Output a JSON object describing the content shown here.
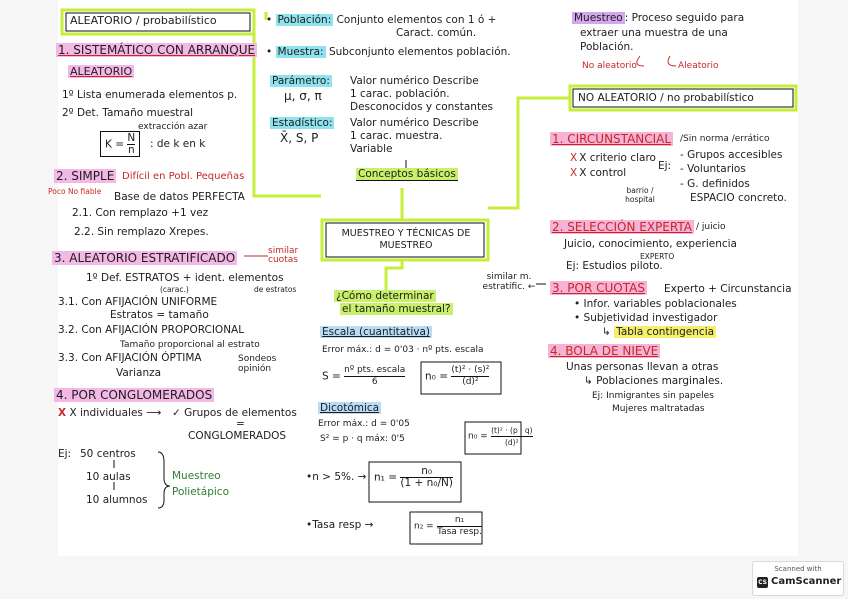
{
  "colors": {
    "highlight_yellow": "#f6ef6a",
    "highlight_green": "#c9f06b",
    "highlight_pink": "#f3b8e6",
    "highlight_cyan": "#8fe3ef",
    "connector": "#c6ee3a",
    "red": "#c62828"
  },
  "center": {
    "title": "MUESTREO Y TÉCNICAS DE MUESTREO"
  },
  "conceptos": {
    "label": "Conceptos básicos",
    "poblacion_k": "Población:",
    "poblacion_v1": "Conjunto elementos con 1 ó +",
    "poblacion_v2": "Caract. común.",
    "muestra_k": "Muestra:",
    "muestra_v": "Subconjunto elementos población.",
    "parametro_k": "Parámetro:",
    "parametro_sym": "μ, σ, π",
    "parametro_v1": "Valor numérico Describe",
    "parametro_v2": "1 carac. población.",
    "parametro_v3": "Desconocidos y constantes",
    "estadistico_k": "Estadístico:",
    "estadistico_sym": "X̄, S, P",
    "estadistico_v1": "Valor numérico Describe",
    "estadistico_v2": "1 carac. muestra.",
    "estadistico_v3": "Variable"
  },
  "muestreo_def": {
    "k": "Muestreo",
    "v1": ": Proceso seguido para",
    "v2": "extraer una muestra de una",
    "v3": "Población.",
    "no_aleatorio": "No aleatorio",
    "aleatorio": "Aleatorio"
  },
  "aleatorio": {
    "title": "ALEATORIO / probabilístico",
    "s1_title": "1. SISTEMÁTICO CON ARRANQUE",
    "s1_title2": "ALEATORIO",
    "s1_l1": "1º Lista enumerada elementos p.",
    "s1_l2": "2º Det. Tamaño muestral",
    "s1_l3": "extracción azar",
    "s1_k": "K =",
    "s1_num": "N",
    "s1_den": "n",
    "s1_l4": ": de k en k",
    "s2_title": "2. SIMPLE",
    "s2_sub": "Difícil en Pobl. Pequeñas",
    "s2_red": "Poco No fiable",
    "s2_base": "Base de datos PERFECTA",
    "s2_1": "2.1. Con remplazo +1 vez",
    "s2_2": "2.2. Sin remplazo Xrepes.",
    "s3_title": "3. ALEATORIO ESTRATIFICADO",
    "s3_similar": "similar cuotas",
    "s3_l1": "1º Def. ESTRATOS + ident. elementos",
    "s3_l1b": "(carac.)",
    "s3_l1c": "de estratos",
    "s31": "3.1. Con AFIJACIÓN UNIFORME",
    "s31b": "Estratos = tamaño",
    "s32": "3.2. Con AFIJACIÓN PROPORCIONAL",
    "s32b": "Tamaño proporcional al estrato",
    "s33": "3.3. Con AFIJACIÓN ÓPTIMA",
    "s33c": "Sondeos opinión",
    "s33b": "Varianza",
    "s4_title": "4. POR CONGLOMERADOS",
    "s4_l1a": "X individuales",
    "s4_l1b": "✓ Grupos de elementos",
    "s4_eq": "=",
    "s4_l2": "CONGLOMERADOS",
    "ej_label": "Ej:",
    "ej1": "50 centros",
    "ej2": "10 aulas",
    "ej3": "10 alumnos",
    "ej_r1": "Muestreo",
    "ej_r2": "Polietápico"
  },
  "tamano": {
    "question1": "¿Cómo determinar",
    "question2": "el tamaño muestral?",
    "escala_title": "Escala (cuantitativa)",
    "escala_err": "Error máx.: d = 0'03 · nº pts. escala",
    "escala_s_lhs": "S =",
    "escala_s_num": "nº pts. escala",
    "escala_s_den": "6",
    "escala_n0_lhs": "n₀ =",
    "escala_n0_num": "(t)² · (s)²",
    "escala_n0_den": "(d)²",
    "dico_title": "Dicotómica",
    "dico_err": "Error máx.: d = 0'05",
    "dico_s": "S² = p · q    máx: 0'5",
    "dico_n0_lhs": "n₀ =",
    "dico_n0_num": "(t)² · (p · q)",
    "dico_n0_den": "(d)²",
    "n1_cond": "•n > 5%. →",
    "n1_lhs": "n₁ =",
    "n1_num": "n₀",
    "n1_den": "(1 + n₀/N)",
    "n2_cond": "•Tasa resp →",
    "n2_lhs": "n₂ =",
    "n2_num": "n₁",
    "n2_den": "Tasa resp."
  },
  "no_aleatorio": {
    "title": "NO ALEATORIO / no probabilístico",
    "c1_title": "1. CIRCUNSTANCIAL",
    "c1_sub": "/Sin norma /errático",
    "c1_x1": "X criterio claro",
    "c1_x2": "X control",
    "c1_ej": "Ej:",
    "c1_r1": "- Grupos accesibles",
    "c1_r2": "- Voluntarios",
    "c1_r3": "- G. definidos",
    "c1_r4": "ESPACIO concreto.",
    "c1_barrio": "barrio / hospital",
    "c2_title": "2. SELECCIÓN EXPERTA",
    "c2_sub": "/ juicio",
    "c2_l1": "Juicio, conocimiento, experiencia",
    "c2_experto": "EXPERTO",
    "c2_l2": "Ej: Estudios piloto.",
    "c3_similar": "similar m. estratific. ←",
    "c3_title": "3. POR CUOTAS",
    "c3_sub": "Experto + Circunstancia",
    "c3_l1": "• Infor. variables poblacionales",
    "c3_l2": "• Subjetividad investigador",
    "c3_l3": "Tabla contingencia",
    "c4_title": "4. BOLA DE NIEVE",
    "c4_l1": "Unas personas llevan a otras",
    "c4_l2": "Poblaciones marginales.",
    "c4_l3": "Ej: Inmigrantes sin papeles",
    "c4_l4": "Mujeres maltratadas"
  },
  "badge": {
    "line1": "Scanned with",
    "line2": "CamScanner"
  }
}
